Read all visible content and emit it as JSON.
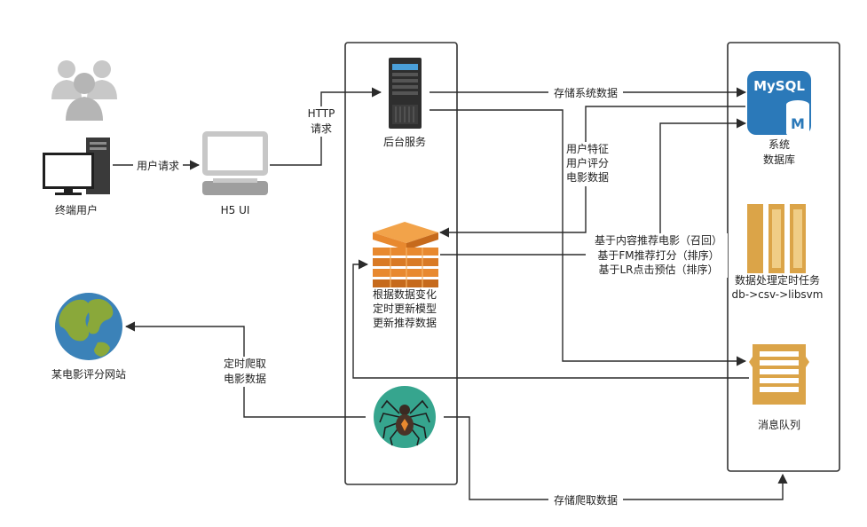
{
  "nodes": {
    "end_user": "终端用户",
    "h5_ui": "H5 UI",
    "backend": "后台服务",
    "mysql_logo": "MySQL",
    "mysql_db_letter": "M",
    "system_db": [
      "系统",
      "数据库"
    ],
    "model_update": [
      "根据数据变化",
      "定时更新模型",
      "更新推荐数据"
    ],
    "batch_job": [
      "数据处理定时任务",
      "db->csv->libsvm"
    ],
    "message_queue": "消息队列",
    "movie_site": "某电影评分网站"
  },
  "edges": {
    "user_request": "用户请求",
    "http_request": [
      "HTTP",
      "请求"
    ],
    "store_system_data": "存储系统数据",
    "user_features": [
      "用户特征",
      "用户评分",
      "电影数据"
    ],
    "recommend_methods": [
      "基于内容推荐电影（召回）",
      "基于FM推荐打分（排序）",
      "基于LR点击预估（排序）"
    ],
    "crawl_schedule": [
      "定时爬取",
      "电影数据"
    ],
    "store_crawled_data": "存储爬取数据"
  },
  "colors": {
    "user_gray": "#c8c8c8",
    "mysql_blue": "#2b79b9",
    "aws_orange": "#e8892f",
    "aws_orange_dark": "#c66a1c",
    "gold": "#dba448",
    "spider_teal": "#36a58e",
    "earth_blue": "#3b82b8",
    "earth_green": "#8aa83a"
  }
}
